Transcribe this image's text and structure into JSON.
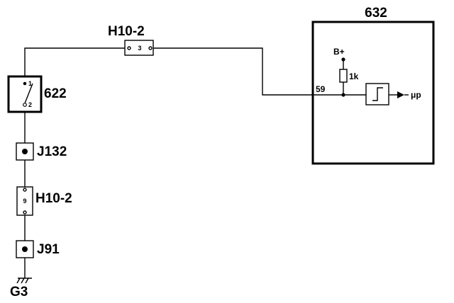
{
  "module": {
    "id": "632",
    "supply": "B+",
    "resistor": "1k",
    "pin": "59",
    "output": "μp"
  },
  "switch": {
    "id": "622",
    "pin_top": "1",
    "pin_bottom": "2"
  },
  "connector_top": {
    "id": "H10-2",
    "pin": "3"
  },
  "connector_bottom": {
    "id": "H10-2",
    "pin": "9"
  },
  "junction_1": {
    "id": "J132"
  },
  "junction_2": {
    "id": "J91"
  },
  "ground": {
    "id": "G3"
  }
}
